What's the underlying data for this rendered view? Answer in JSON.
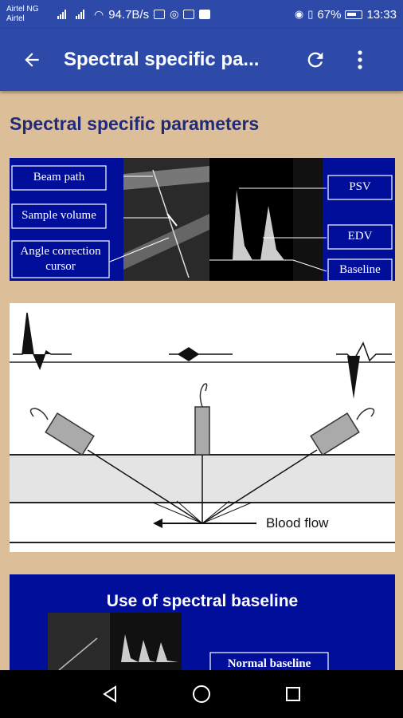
{
  "status": {
    "carrier1": "Airtel NG",
    "carrier2": "Airtel",
    "speed": "94.7B/s",
    "battery_pct": "67%",
    "time": "13:33"
  },
  "app_bar": {
    "title": "Spectral specific pa...",
    "back_icon": "arrow-left-icon",
    "refresh_icon": "refresh-icon",
    "menu_icon": "more-vert-icon"
  },
  "content": {
    "heading": "Spectral specific parameters",
    "figure1": {
      "labels_left": [
        "Beam path",
        "Sample volume",
        "Angle correction cursor"
      ],
      "labels_right": [
        "PSV",
        "EDV",
        "Baseline"
      ]
    },
    "figure2": {
      "label": "Blood flow"
    },
    "figure3": {
      "title": "Use of spectral baseline",
      "label": "Normal baseline"
    }
  },
  "colors": {
    "app_bar": "#2d4aa8",
    "background": "#dcbf98",
    "heading": "#1f2a7a",
    "slide_blue": "#000e9a"
  }
}
